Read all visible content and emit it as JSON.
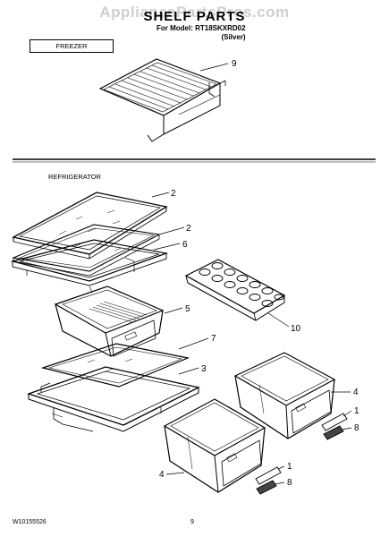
{
  "watermark": "AppliancePartsPros.com",
  "title": "SHELF PARTS",
  "model_line": "For Model: RT18SKXRD02",
  "model_color": "(Silver)",
  "freezer_label": "FREEZER",
  "refrigerator_label": "REFRIGERATOR",
  "footer_doc": "W10155526",
  "footer_page": "9",
  "callouts": {
    "c9": "9",
    "c2a": "2",
    "c2b": "2",
    "c6": "6",
    "c10": "10",
    "c5": "5",
    "c7": "7",
    "c3": "3",
    "c4a": "4",
    "c1a": "1",
    "c8a": "8",
    "c4b": "4",
    "c1b": "1",
    "c8b": "8"
  }
}
